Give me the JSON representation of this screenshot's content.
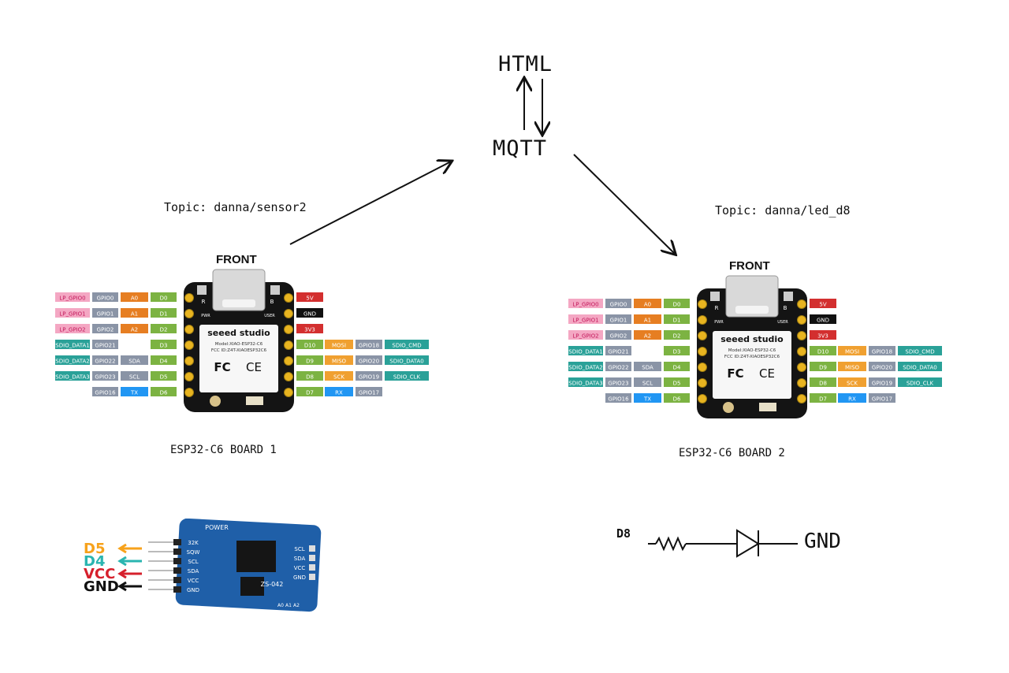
{
  "flow": {
    "html_label": "HTML",
    "mqtt_label": "MQTT",
    "topic_left": "Topic: danna/sensor2",
    "topic_right": "Topic: danna/led_d8"
  },
  "board_front_label": "FRONT",
  "board1_caption": "ESP32-C6 BOARD 1",
  "board2_caption": "ESP32-C6 BOARD 2",
  "board": {
    "brand": "seeed studio",
    "model": "Model:XIAO-ESP32-C6",
    "fcc": "FCC ID:Z4T-XIAOESP32C6",
    "fc_mark": "FC",
    "ce_mark": "CE",
    "pwr": "PWR",
    "user": "USER",
    "r": "R",
    "b": "B",
    "left_rows": [
      [
        "LP_GPIO0",
        "GPIO0",
        "A0",
        "D0"
      ],
      [
        "LP_GPIO1",
        "GPIO1",
        "A1",
        "D1"
      ],
      [
        "LP_GPIO2",
        "GPIO2",
        "A2",
        "D2"
      ],
      [
        "SDIO_DATA1",
        "GPIO21",
        "",
        "D3"
      ],
      [
        "SDIO_DATA2",
        "GPIO22",
        "SDA",
        "D4"
      ],
      [
        "SDIO_DATA3",
        "GPIO23",
        "SCL",
        "D5"
      ],
      [
        "",
        "GPIO16",
        "TX",
        "D6"
      ]
    ],
    "right_rows": [
      [
        "5V",
        "",
        "",
        ""
      ],
      [
        "GND",
        "",
        "",
        ""
      ],
      [
        "3V3",
        "",
        "",
        ""
      ],
      [
        "D10",
        "MOSI",
        "GPIO18",
        "SDIO_CMD"
      ],
      [
        "D9",
        "MISO",
        "GPIO20",
        "SDIO_DATA0"
      ],
      [
        "D8",
        "SCK",
        "GPIO19",
        "SDIO_CLK"
      ],
      [
        "D7",
        "RX",
        "GPIO17",
        ""
      ]
    ],
    "colors": {
      "lp": "#f4a7c3",
      "sdio": "#2aa198",
      "gpio": "#8a94a6",
      "analog": "#e67e22",
      "digital": "#7cb342",
      "power": "#d32f2f",
      "gnd": "#111111",
      "spi": "#f0a030",
      "uart": "#2196f3"
    }
  },
  "rtc_module": {
    "pins": [
      "32K",
      "SQW",
      "SCL",
      "SDA",
      "VCC",
      "GND"
    ],
    "right_pins": [
      "SCL",
      "SDA",
      "VCC",
      "GND"
    ],
    "power_label": "POWER",
    "chip_label": "ZS-042",
    "addr_labels": [
      "A0",
      "A1",
      "A2"
    ],
    "wire_labels": [
      {
        "text": "D5",
        "color": "#f7a21b"
      },
      {
        "text": "D4",
        "color": "#2ab5b0"
      },
      {
        "text": "VCC",
        "color": "#d6202c"
      },
      {
        "text": "GND",
        "color": "#111111"
      }
    ],
    "board_color": "#1f5fa8"
  },
  "led_circuit": {
    "pin_label": "D8",
    "gnd_label": "GND"
  }
}
